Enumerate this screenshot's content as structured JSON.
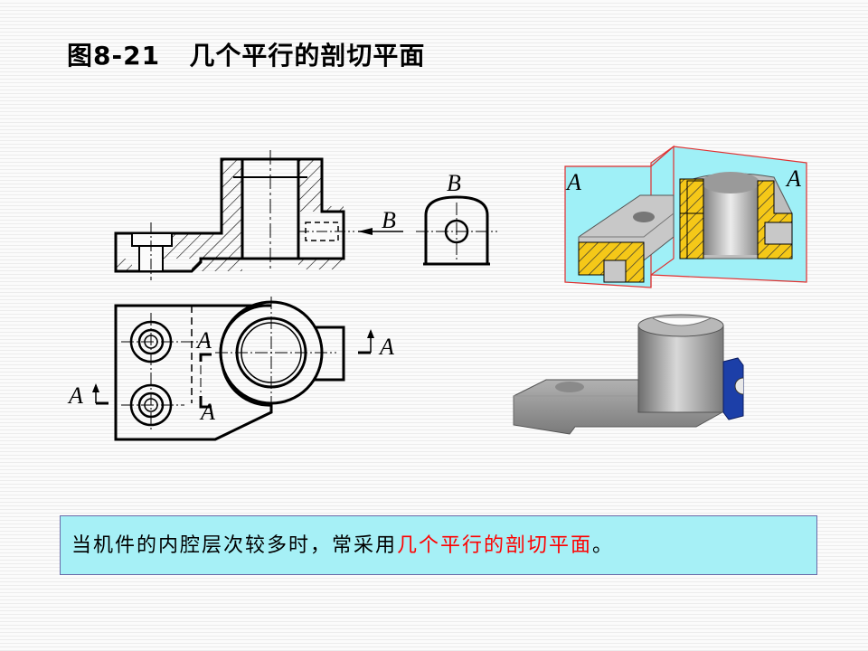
{
  "title": "图8-21   几个平行的剖切平面",
  "labels": {
    "A": "A",
    "B": "B"
  },
  "note": {
    "part1": "当机件的内腔层次较多时，常采用",
    "part2": "几个平行的剖切平面",
    "part3": "。"
  },
  "colors": {
    "note_background": "#a6f0f6",
    "highlight_text": "#ff0000",
    "section_hatch": "#f5c818",
    "cut_plane": "#9ff0f7",
    "plane_border": "#e03030"
  }
}
